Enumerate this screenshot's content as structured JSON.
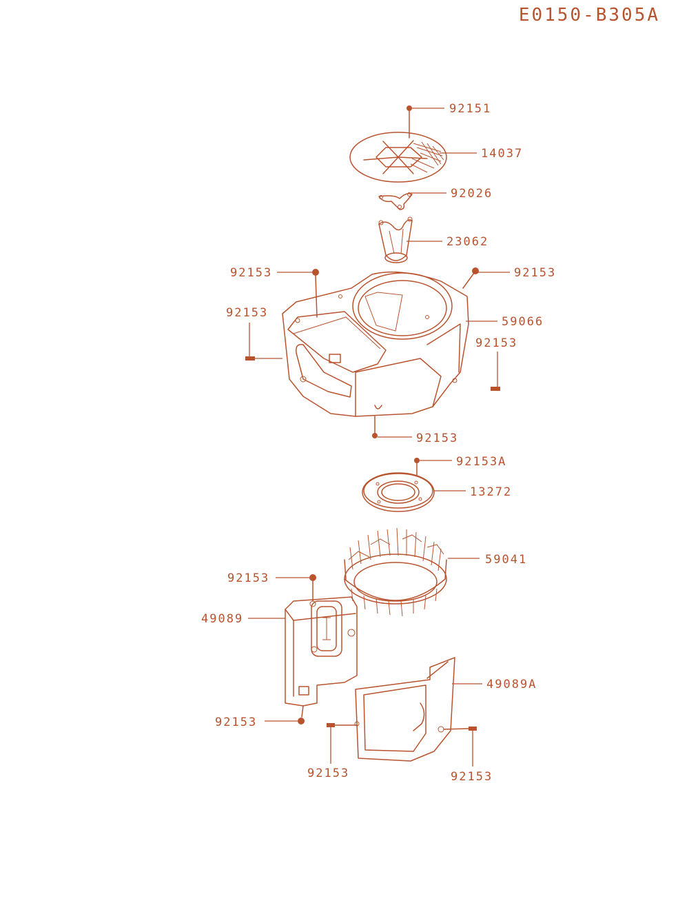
{
  "diagram_code": "E0150-B305A",
  "colors": {
    "line": "#b8532e",
    "background": "#ffffff"
  },
  "callouts": [
    {
      "id": "c1",
      "text": "92151"
    },
    {
      "id": "c2",
      "text": "14037"
    },
    {
      "id": "c3",
      "text": "92026"
    },
    {
      "id": "c4",
      "text": "23062"
    },
    {
      "id": "c5",
      "text": "92153"
    },
    {
      "id": "c6",
      "text": "92153"
    },
    {
      "id": "c7",
      "text": "92153"
    },
    {
      "id": "c8",
      "text": "59066"
    },
    {
      "id": "c9",
      "text": "92153"
    },
    {
      "id": "c10",
      "text": "92153"
    },
    {
      "id": "c11",
      "text": "92153A"
    },
    {
      "id": "c12",
      "text": "13272"
    },
    {
      "id": "c13",
      "text": "59041"
    },
    {
      "id": "c14",
      "text": "92153"
    },
    {
      "id": "c15",
      "text": "49089"
    },
    {
      "id": "c16",
      "text": "49089A"
    },
    {
      "id": "c17",
      "text": "92153"
    },
    {
      "id": "c18",
      "text": "92153"
    },
    {
      "id": "c19",
      "text": "92153"
    }
  ]
}
